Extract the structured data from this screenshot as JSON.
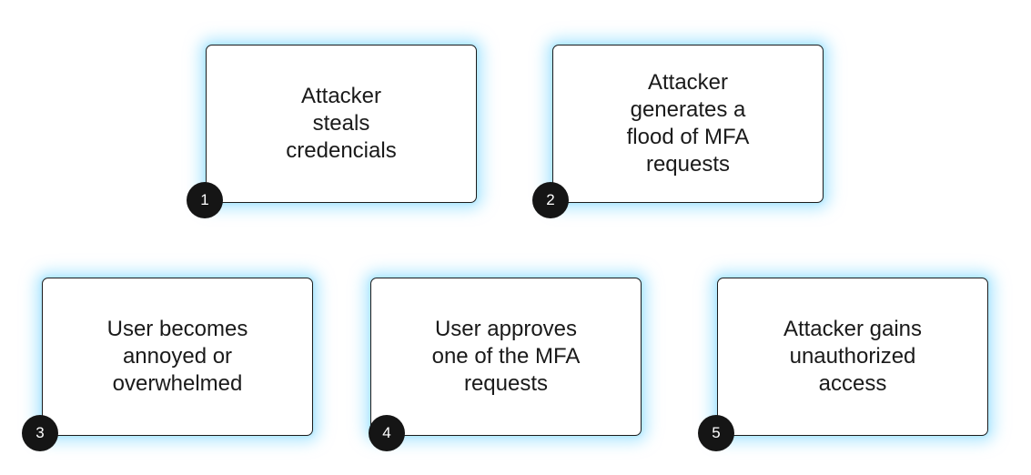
{
  "steps": [
    {
      "number": "1",
      "text": "Attacker\nsteals\ncredencials"
    },
    {
      "number": "2",
      "text": "Attacker\ngenerates a\nflood of MFA\nrequests"
    },
    {
      "number": "3",
      "text": "User becomes\nannoyed or\noverwhelmed"
    },
    {
      "number": "4",
      "text": "User approves\none of the MFA\nrequests"
    },
    {
      "number": "5",
      "text": "Attacker gains\nunauthorized\naccess"
    }
  ],
  "colors": {
    "card_glow": "#78d7ff",
    "card_border": "#1c1c1c",
    "badge_fill": "#151515",
    "badge_text": "#ffffff",
    "text": "#1a1a1a"
  }
}
